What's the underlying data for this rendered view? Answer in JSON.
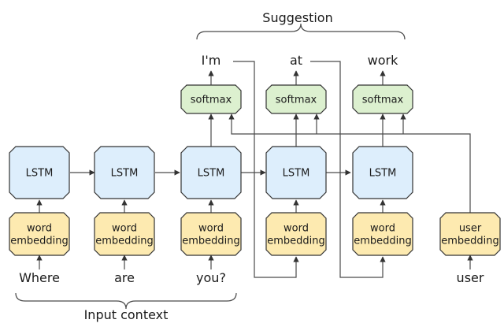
{
  "suggestion_label": "Suggestion",
  "input_context_label": "Input context",
  "inputs": [
    "Where",
    "are",
    "you?"
  ],
  "outputs": [
    "I'm",
    "at",
    "work"
  ],
  "user_input": "user",
  "lstm_label": "LSTM",
  "softmax_label": "softmax",
  "word_embedding_label": [
    "word",
    "embedding"
  ],
  "user_embedding_label": [
    "user",
    "embedding"
  ],
  "colors": {
    "lstm_fill": "#ddeefc",
    "embedding_fill": "#fdeab0",
    "softmax_fill": "#dcf0cf",
    "stroke": "#333333"
  }
}
